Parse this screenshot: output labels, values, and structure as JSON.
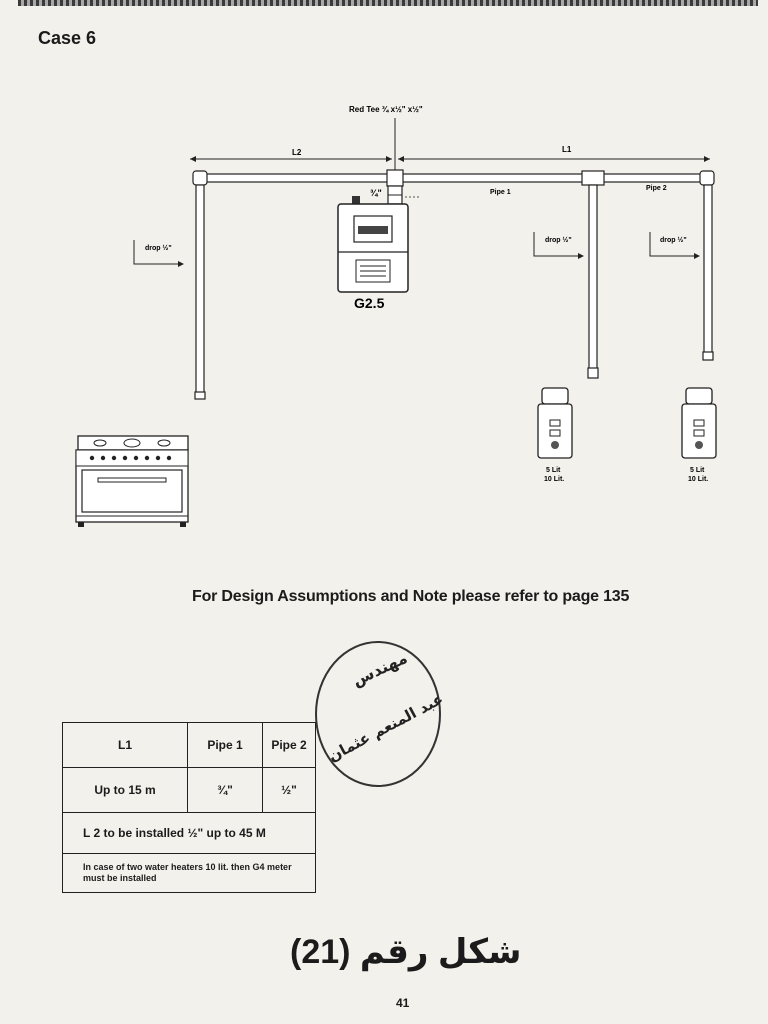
{
  "page": {
    "case_title": "Case 6",
    "note": "For Design Assumptions and Note please refer to page 135",
    "figure_caption": "شكل رقم (21)",
    "page_number": "41"
  },
  "diagram": {
    "red_tee_label": "Red Tee ¾ x½\" x½\"",
    "l2_label": "L2",
    "l1_label": "L1",
    "pipe1_label": "Pipe 1",
    "pipe2_label": "Pipe 2",
    "meter_inlet_label": "¾\"",
    "drop_labels": [
      "drop ½\"",
      "drop ½\"",
      "drop ½\""
    ],
    "meter_label": "G2.5",
    "heater_labels": [
      {
        "line1": "5 Lit",
        "line2": "10 Lit."
      },
      {
        "line1": "5 Lit",
        "line2": "10 Lit."
      }
    ]
  },
  "table": {
    "headers": [
      "L1",
      "Pipe 1",
      "Pipe 2"
    ],
    "row": [
      "Up to 15 m",
      "¾\"",
      "½\""
    ],
    "l2_note": "L 2 to be installed ½\" up to 45 M",
    "meter_note": "In case of two water heaters 10 lit. then G4 meter must be installed"
  },
  "stamp": {
    "line1": "مهندس",
    "line2": "عبد المنعم عثمان"
  }
}
